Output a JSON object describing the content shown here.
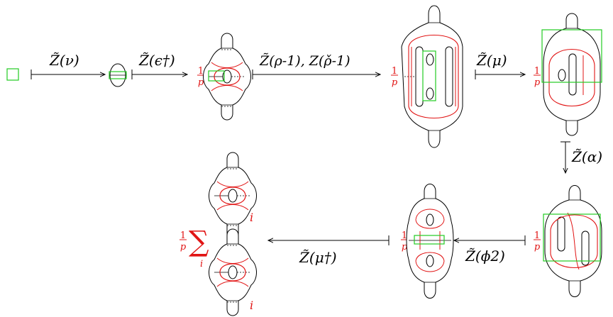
{
  "labels": {
    "nu": "Z̃(ν)",
    "eps": "Z̃(ϵ†)",
    "rho": "Z̃(ρ-1), Z(ρ̌-1)",
    "mu": "Z̃(μ)",
    "alpha": "Z̃(α)",
    "phi": "Z̃(ϕ2)",
    "mudag": "Z̃(μ†)"
  },
  "coef_num": "1",
  "coef_den": "p",
  "sum_symbol": "∑",
  "sum_index": "i",
  "term_index": "i",
  "colors": {
    "ink": "#000000",
    "red": "#e11414",
    "green": "#22cc22"
  }
}
